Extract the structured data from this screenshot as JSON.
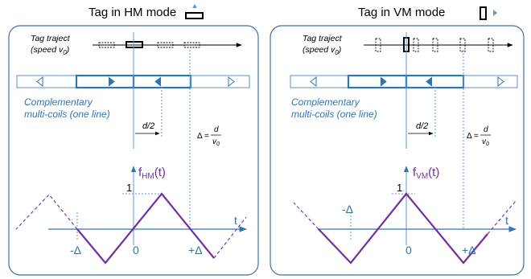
{
  "left_panel": {
    "title": "Tag in HM mode",
    "traj_label_1": "Tag traject",
    "traj_label_2": "(speed v",
    "traj_label_sub": "0",
    "traj_label_close": ")",
    "coils_label_1": "Complementary",
    "coils_label_2": "multi-coils (one line)",
    "half_d": "d/2",
    "delta_lhs": "Δ =",
    "delta_num": "d",
    "delta_den": "v",
    "delta_den_sub": "0",
    "func_name": "f",
    "func_sub": "HM",
    "func_arg": "(t)",
    "peak": "1",
    "t_axis": "t",
    "tick_minus": "-Δ",
    "tick_zero": "0",
    "tick_plus": "+Δ"
  },
  "right_panel": {
    "title": "Tag in VM mode",
    "traj_label_1": "Tag traject",
    "traj_label_2": "(speed v",
    "traj_label_sub": "0",
    "traj_label_close": ")",
    "coils_label_1": "Complementary",
    "coils_label_2": "multi-coils (one line)",
    "half_d": "d/2",
    "delta_lhs": "Δ =",
    "delta_num": "d",
    "delta_den": "v",
    "delta_den_sub": "0",
    "func_name": "f",
    "func_sub": "VM",
    "func_arg": "(t)",
    "peak": "1",
    "t_axis": "t",
    "tick_minus": "-Δ",
    "tick_zero": "0",
    "tick_plus": "+Δ"
  },
  "colors": {
    "frame": "#41719c",
    "coil": "#2e75b6",
    "coil_light": "#5b8fc9",
    "guide": "#5b9bd5",
    "curve": "#7030a0",
    "text_blue": "#2e75b6",
    "text_dark": "#000000"
  }
}
